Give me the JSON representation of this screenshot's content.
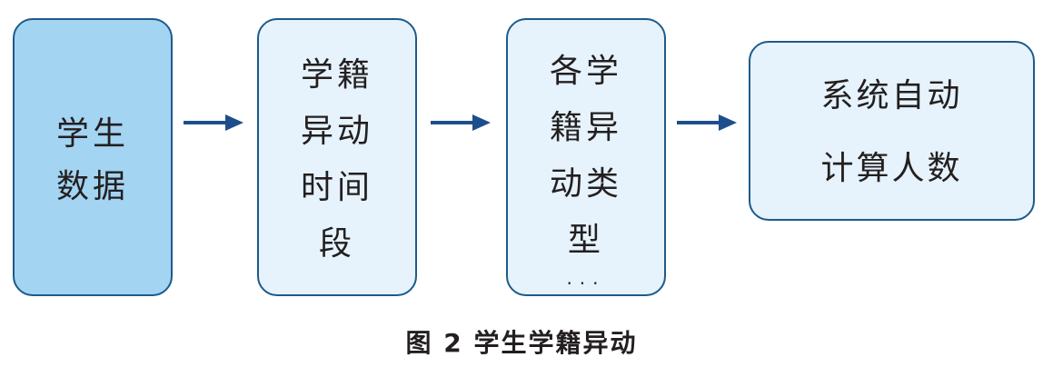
{
  "diagram": {
    "boxes": [
      {
        "text": "学生\n数据"
      },
      {
        "text": "学籍\n异动\n时间\n段"
      },
      {
        "text": "各学\n籍异\n动类\n型",
        "ellipsis": "···"
      },
      {
        "text": "系统自动\n计算人数"
      }
    ],
    "caption": "图 2  学生学籍异动"
  },
  "colors": {
    "border": "#1d5a8a",
    "box_fill_primary": "#a3d4f2",
    "box_fill_secondary": "#e6f3fc",
    "arrow": "#1d4e8c",
    "text": "#231f20"
  }
}
